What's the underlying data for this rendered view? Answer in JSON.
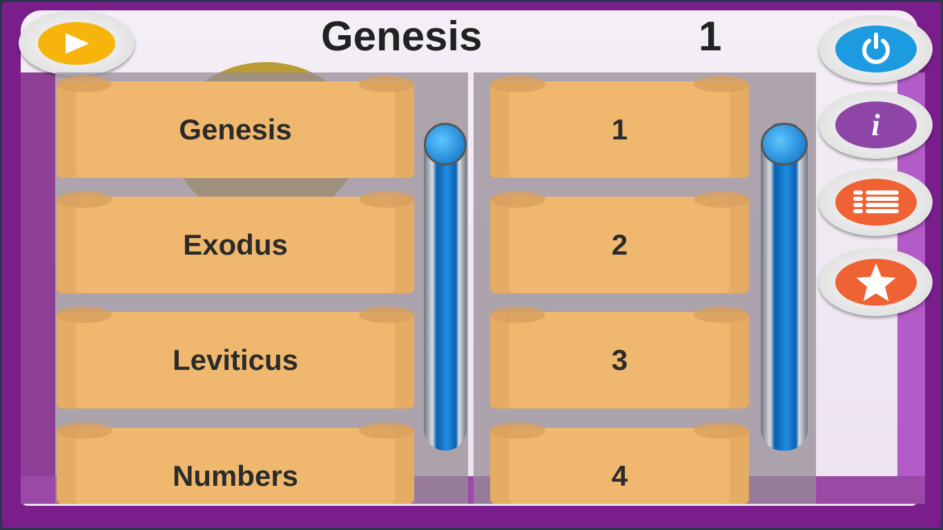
{
  "header": {
    "book": "Genesis",
    "chapter": "1"
  },
  "books": [
    "Genesis",
    "Exodus",
    "Leviticus",
    "Numbers"
  ],
  "chapters": [
    "1",
    "2",
    "3",
    "4"
  ],
  "buttons": {
    "play": "play-icon",
    "power": "power-icon",
    "info": "info-icon",
    "list": "list-icon",
    "favorite": "star-icon"
  },
  "info_glyph": "i",
  "colors": {
    "frame": "#7a1e8c",
    "scroll": "#f0b86e",
    "play": "#f6b40c",
    "power": "#1d9be0",
    "info": "#8f45a8",
    "orange": "#ee6234"
  }
}
